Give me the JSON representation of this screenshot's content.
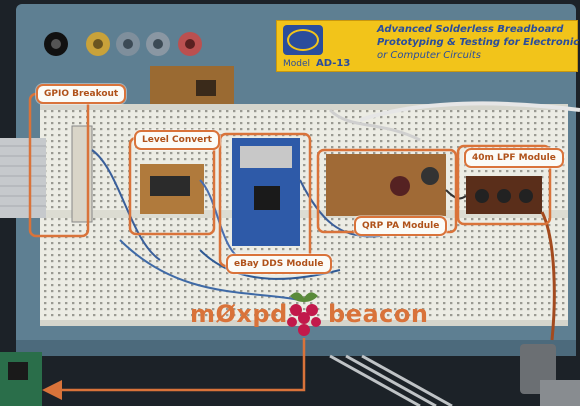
{
  "sign": {
    "line1": "Advanced Solderless Breadboard",
    "line2": "Prototyping & Testing for Electronic",
    "line3": "or Computer Circuits",
    "model_label": "Model",
    "model_number": "AD-13"
  },
  "labels": {
    "gpio": "GPIO Breakout",
    "level": "Level Convert",
    "dds": "eBay DDS Module",
    "qrp": "QRP PA Module",
    "lpf": "40m LPF Module"
  },
  "caption": {
    "left": "mØxpd",
    "right": "beacon"
  },
  "colors": {
    "accent": "#d9733a",
    "sign": "#f2c41a",
    "sign_text": "#2a4d9c",
    "board": "#5e7f92",
    "breadboard": "#ebebe3"
  },
  "icons": [
    "raspberry-pi-logo-icon"
  ]
}
